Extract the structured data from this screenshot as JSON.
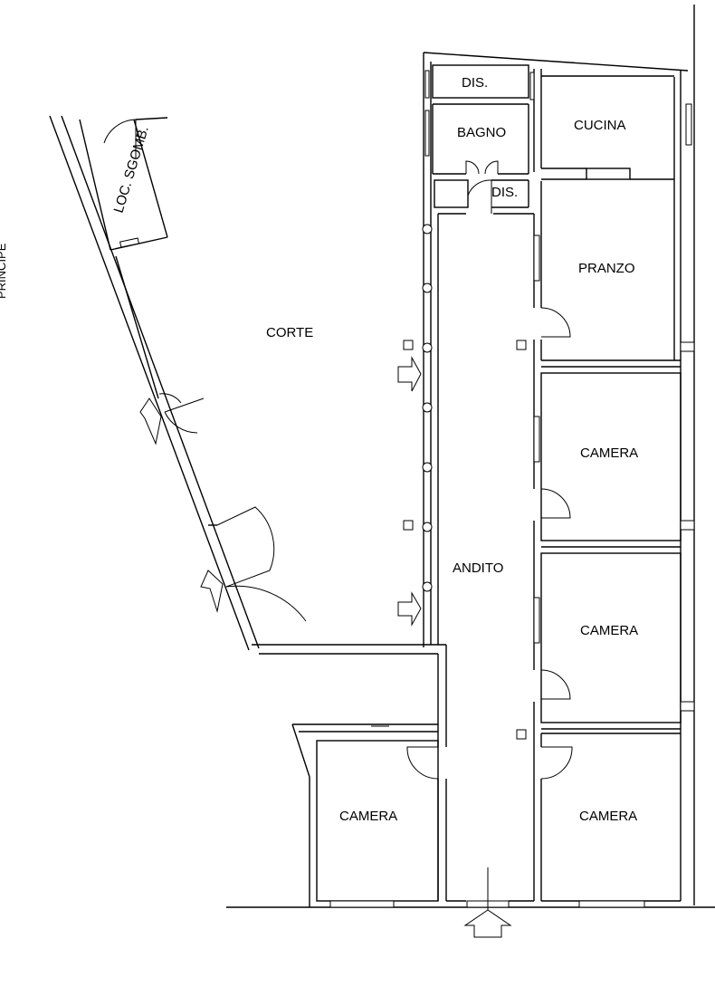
{
  "plan": {
    "rooms": {
      "dis_top": "DIS.",
      "bagno": "BAGNO",
      "cucina": "CUCINA",
      "dis_mid": "DIS.",
      "pranzo": "PRANZO",
      "corte": "CORTE",
      "camera_1": "CAMERA",
      "andito": "ANDITO",
      "camera_2": "CAMERA",
      "camera_3": "CAMERA",
      "camera_4": "CAMERA",
      "loc_sgombero": "LOC. SGOMB."
    },
    "edge_text": "PRINCIPE"
  }
}
